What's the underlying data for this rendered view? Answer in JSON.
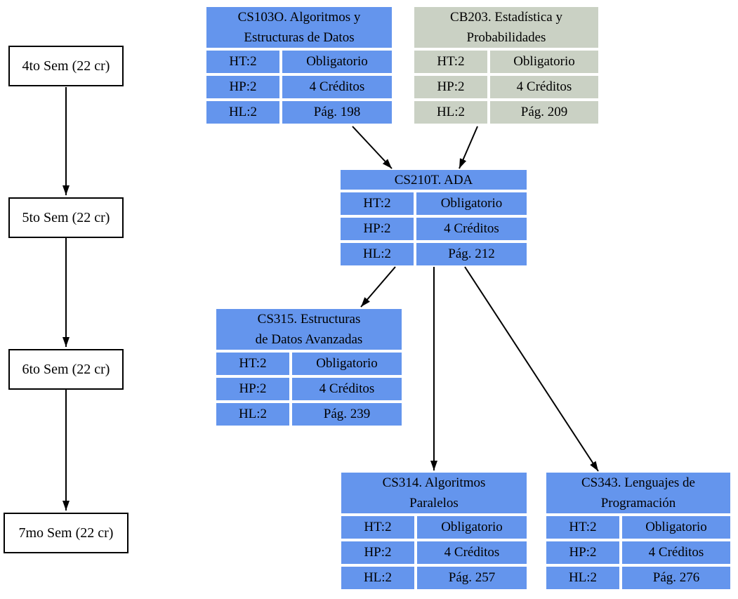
{
  "colors": {
    "course_blue": "#6495ED",
    "course_green": "#CAD1C4",
    "edge_color": "#000000",
    "background": "#FFFFFF"
  },
  "semesters": [
    {
      "id": "4to",
      "label": "4to Sem (22 cr)"
    },
    {
      "id": "5to",
      "label": "5to Sem (22 cr)"
    },
    {
      "id": "6to",
      "label": "6to Sem (22 cr)"
    },
    {
      "id": "7mo",
      "label": "7mo Sem (22 cr)"
    }
  ],
  "courses": [
    {
      "id": "CS103O",
      "title_lines": [
        "CS103O. Algoritmos y",
        "Estructuras de Datos"
      ],
      "color": "#6495ED",
      "rows": [
        [
          "HT:2",
          "Obligatorio"
        ],
        [
          "HP:2",
          "4 Créditos"
        ],
        [
          "HL:2",
          "Pág. 198"
        ]
      ]
    },
    {
      "id": "CB203",
      "title_lines": [
        "CB203. Estadística y",
        "Probabilidades"
      ],
      "color": "#CAD1C4",
      "rows": [
        [
          "HT:2",
          "Obligatorio"
        ],
        [
          "HP:2",
          "4 Créditos"
        ],
        [
          "HL:2",
          "Pág. 209"
        ]
      ]
    },
    {
      "id": "CS210T",
      "title_lines": [
        "CS210T. ADA"
      ],
      "color": "#6495ED",
      "rows": [
        [
          "HT:2",
          "Obligatorio"
        ],
        [
          "HP:2",
          "4 Créditos"
        ],
        [
          "HL:2",
          "Pág. 212"
        ]
      ]
    },
    {
      "id": "CS315",
      "title_lines": [
        "CS315. Estructuras",
        "de Datos Avanzadas"
      ],
      "color": "#6495ED",
      "rows": [
        [
          "HT:2",
          "Obligatorio"
        ],
        [
          "HP:2",
          "4 Créditos"
        ],
        [
          "HL:2",
          "Pág. 239"
        ]
      ]
    },
    {
      "id": "CS314",
      "title_lines": [
        "CS314. Algoritmos",
        "Paralelos"
      ],
      "color": "#6495ED",
      "rows": [
        [
          "HT:2",
          "Obligatorio"
        ],
        [
          "HP:2",
          "4 Créditos"
        ],
        [
          "HL:2",
          "Pág. 257"
        ]
      ]
    },
    {
      "id": "CS343",
      "title_lines": [
        "CS343. Lenguajes de",
        "Programación"
      ],
      "color": "#6495ED",
      "rows": [
        [
          "HT:2",
          "Obligatorio"
        ],
        [
          "HP:2",
          "4 Créditos"
        ],
        [
          "HL:2",
          "Pág. 276"
        ]
      ]
    }
  ],
  "edges": [
    {
      "from": "CS103O",
      "to": "CS210T"
    },
    {
      "from": "CB203",
      "to": "CS210T"
    },
    {
      "from": "CS210T",
      "to": "CS315"
    },
    {
      "from": "CS210T",
      "to": "CS314"
    },
    {
      "from": "CS210T",
      "to": "CS343"
    },
    {
      "from": "4to Sem",
      "to": "5to Sem"
    },
    {
      "from": "5to Sem",
      "to": "6to Sem"
    },
    {
      "from": "6to Sem",
      "to": "7mo Sem"
    }
  ]
}
